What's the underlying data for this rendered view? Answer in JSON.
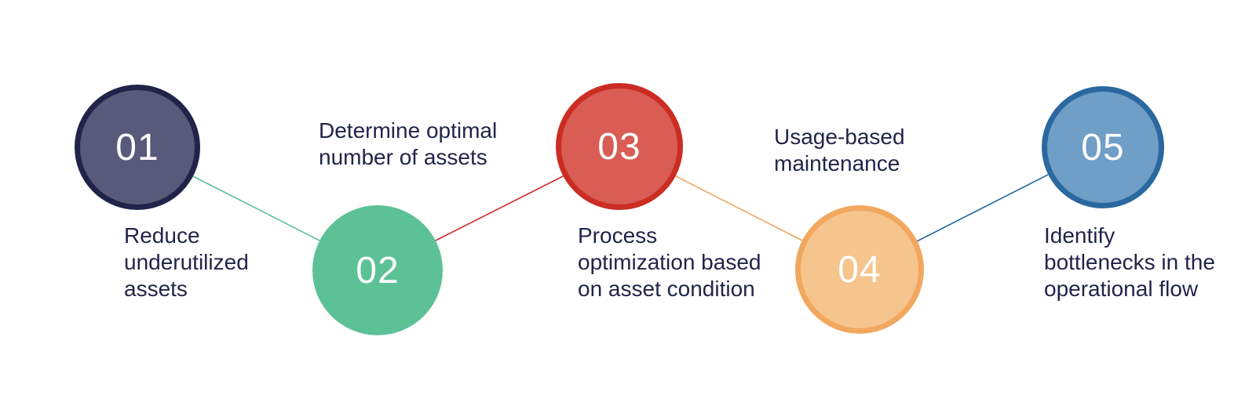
{
  "diagram": {
    "background": "#ffffff",
    "text_color": "#20254a",
    "steps": [
      {
        "number": "01",
        "label": "Reduce underutilized assets",
        "fill": "#585a7b",
        "border": "#212449",
        "position": "top"
      },
      {
        "number": "02",
        "label": "Determine optimal number of assets",
        "fill": "#5cc296",
        "border": "#5cc296",
        "position": "bottom"
      },
      {
        "number": "03",
        "label": "Process optimization based on asset condition",
        "fill": "#d95d55",
        "border": "#cb2d23",
        "position": "top"
      },
      {
        "number": "04",
        "label": "Usage-based maintenance",
        "fill": "#f6c48d",
        "border": "#f2a75f",
        "position": "bottom"
      },
      {
        "number": "05",
        "label": "Identify bottlenecks in the operational flow",
        "fill": "#6f9ec7",
        "border": "#2a689f",
        "position": "top"
      }
    ],
    "connectors": [
      {
        "from": "01",
        "to": "02",
        "color": "#5cc296"
      },
      {
        "from": "02",
        "to": "03",
        "color": "#cb2d23"
      },
      {
        "from": "03",
        "to": "04",
        "color": "#f2a75f"
      },
      {
        "from": "04",
        "to": "05",
        "color": "#2a689f"
      }
    ]
  }
}
